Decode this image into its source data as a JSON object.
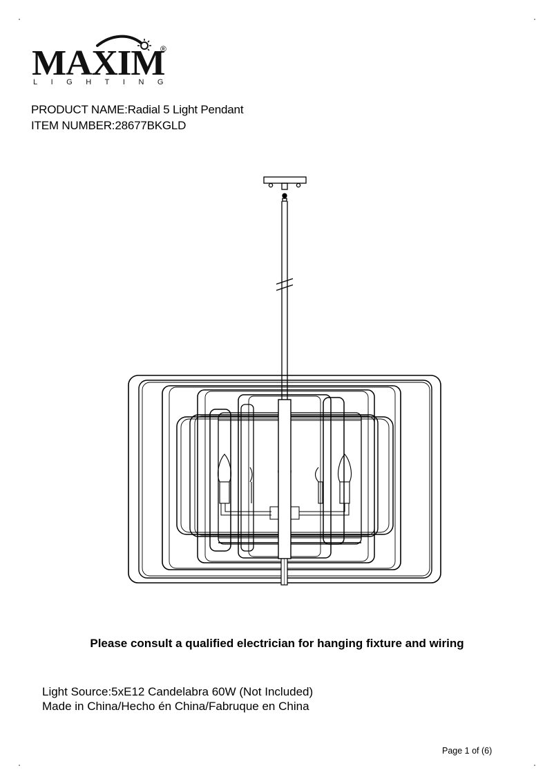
{
  "logo": {
    "brand": "MAXIM",
    "subtitle": "LIGHTING",
    "registered_mark": "®"
  },
  "product": {
    "name_label": "PRODUCT NAME:",
    "name_value": "Radial 5 Light Pendant",
    "item_label": "ITEM NUMBER:",
    "item_value": "28677BKGLD"
  },
  "drawing": {
    "subject": "Radial 5 Light Pendant line drawing",
    "bulb_count": 5,
    "line_color": "#000000"
  },
  "notice": {
    "warning": "Please consult a qualified electrician for hanging fixture and wiring"
  },
  "specs": {
    "light_source": "Light Source:5xE12 Candelabra 60W (Not Included)",
    "origin": "Made in China/Hecho én China/Fabruque en China"
  },
  "footer": {
    "page": "Page 1 of (6)"
  }
}
